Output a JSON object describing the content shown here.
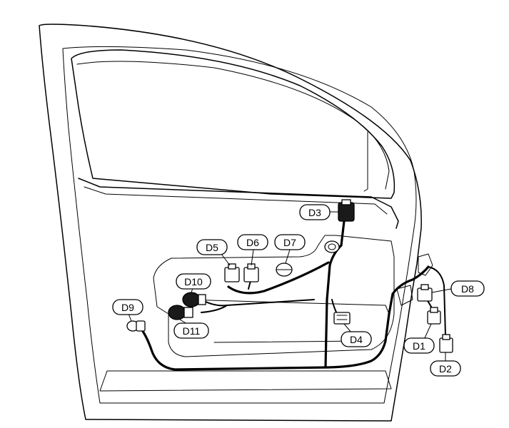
{
  "callouts": {
    "d1": "D1",
    "d2": "D2",
    "d3": "D3",
    "d4": "D4",
    "d5": "D5",
    "d6": "D6",
    "d7": "D7",
    "d8": "D8",
    "d9": "D9",
    "d10": "D10",
    "d11": "D11"
  }
}
